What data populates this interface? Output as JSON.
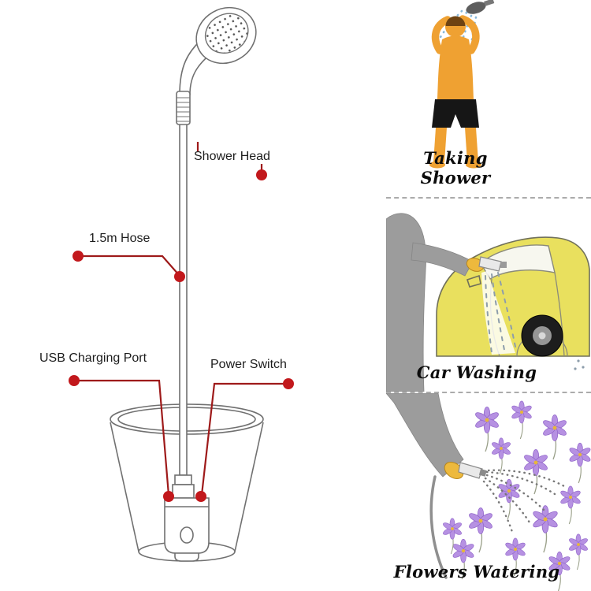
{
  "diagram": {
    "labels": {
      "shower_head": "Shower Head",
      "hose": "1.5m Hose",
      "usb_port": "USB Charging Port",
      "power_switch": "Power Switch"
    }
  },
  "panels": [
    {
      "caption": "Taking Shower"
    },
    {
      "caption": "Car Washing"
    },
    {
      "caption": "Flowers Watering"
    }
  ],
  "colors": {
    "annotation_red": "#c2181c",
    "annotation_line": "#9e1a1a",
    "outline_gray": "#707070",
    "skin_orange": "#efa132",
    "hair_brown": "#6e4312",
    "shorts_black": "#161616",
    "spray_blue": "#8ab8d8",
    "figure_gray": "#9c9c9c",
    "glove_yellow": "#edb93d",
    "car_yellow": "#e9e05e",
    "water_gray": "#8d9dab",
    "flower_purple": "#b691e2",
    "flower_edge": "#8e62c8",
    "flower_center": "#e7b73a"
  }
}
